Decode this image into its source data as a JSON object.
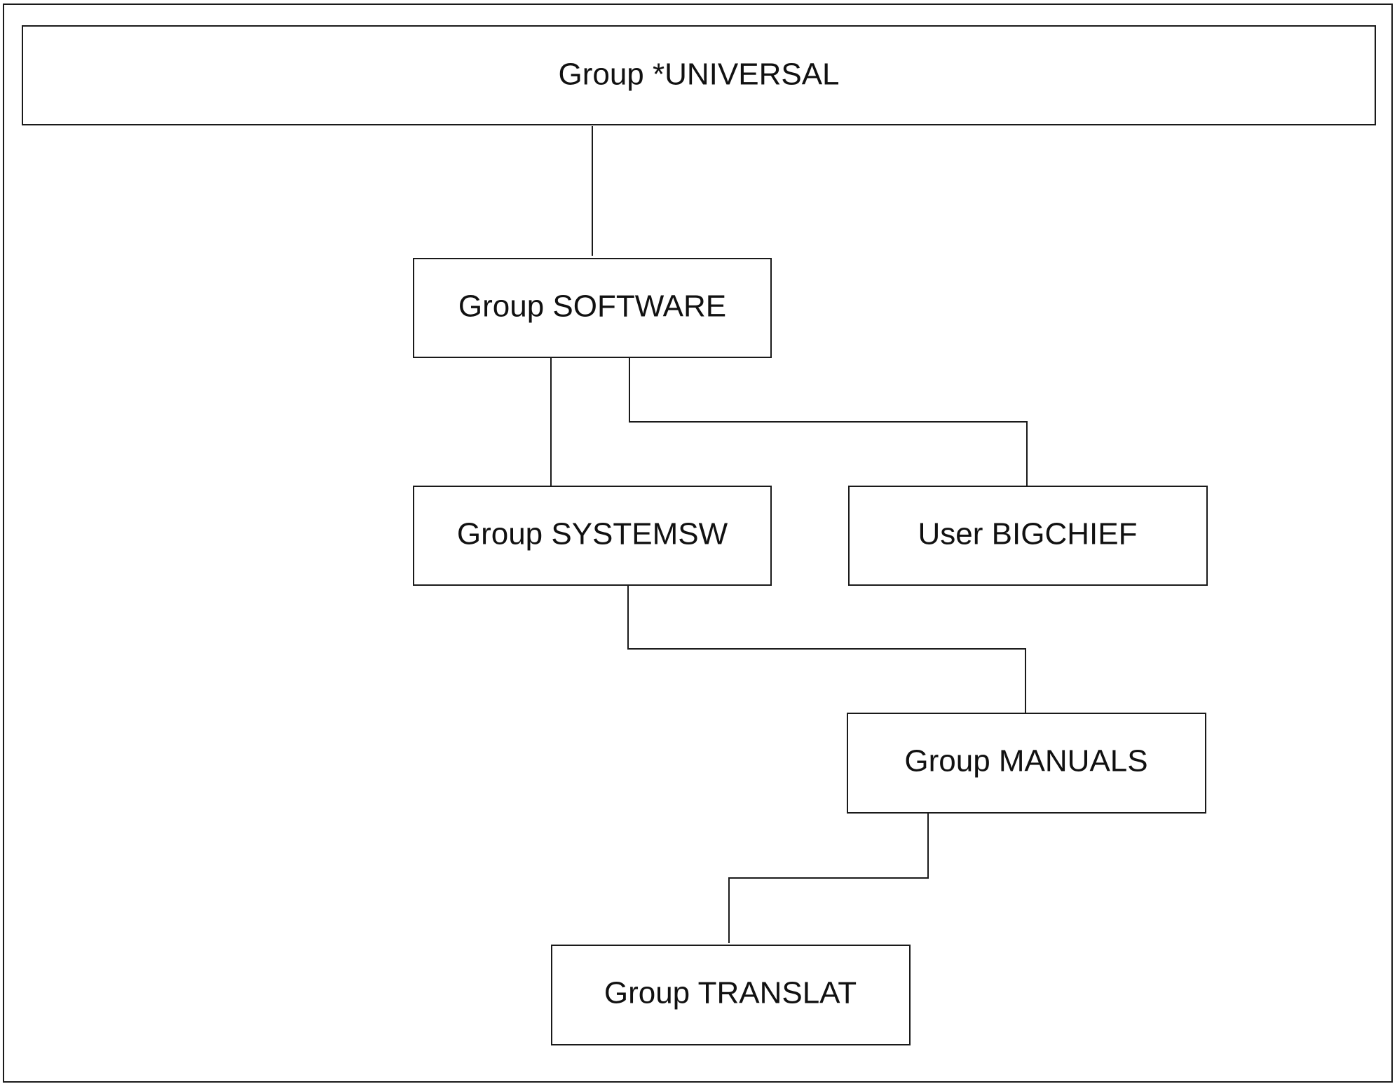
{
  "nodes": {
    "universal": "Group *UNIVERSAL",
    "software": "Group SOFTWARE",
    "systemsw": "Group SYSTEMSW",
    "bigchief": "User BIGCHIEF",
    "manuals": "Group MANUALS",
    "translat": "Group TRANSLAT"
  },
  "colors": {
    "line": "#1a1a1a",
    "text": "#111111",
    "background": "#ffffff"
  }
}
